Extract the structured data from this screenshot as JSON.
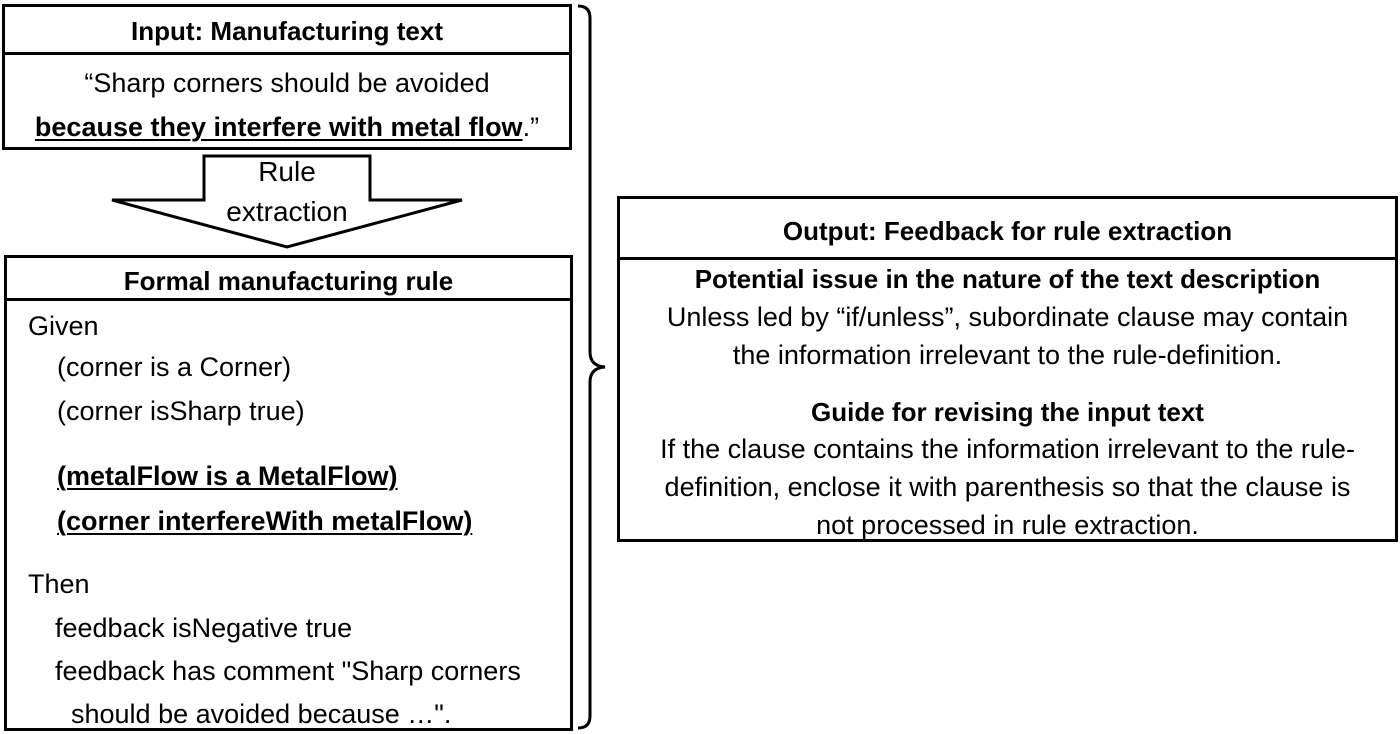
{
  "input": {
    "title": "Input: Manufacturing text",
    "line1": "“Sharp corners should be avoided",
    "line2_emph": "because they interfere with metal flow",
    "line2_tail": ".”"
  },
  "arrow": {
    "line1": "Rule",
    "line2": "extraction"
  },
  "rule": {
    "title": "Formal manufacturing rule",
    "given_label": "Given",
    "conditions": [
      "(corner is a Corner)",
      "(corner isSharp true)"
    ],
    "highlighted_conditions": [
      "(metalFlow is a MetalFlow)",
      "(corner interfereWith metalFlow)"
    ],
    "then_label": "Then",
    "actions": [
      "feedback isNegative true",
      "feedback has comment \"Sharp corners",
      "should be avoided because …\"."
    ]
  },
  "output": {
    "title": "Output: Feedback for rule extraction",
    "issue_heading": "Potential issue in the nature of the text description",
    "issue_lines": [
      "Unless led by “if/unless”, subordinate clause may contain",
      "the information irrelevant to the rule-definition."
    ],
    "guide_heading": "Guide for revising the input text",
    "guide_lines": [
      "If the clause contains the information irrelevant to the rule-",
      "definition, enclose it with parenthesis so that the clause is",
      "not processed in rule extraction."
    ]
  }
}
